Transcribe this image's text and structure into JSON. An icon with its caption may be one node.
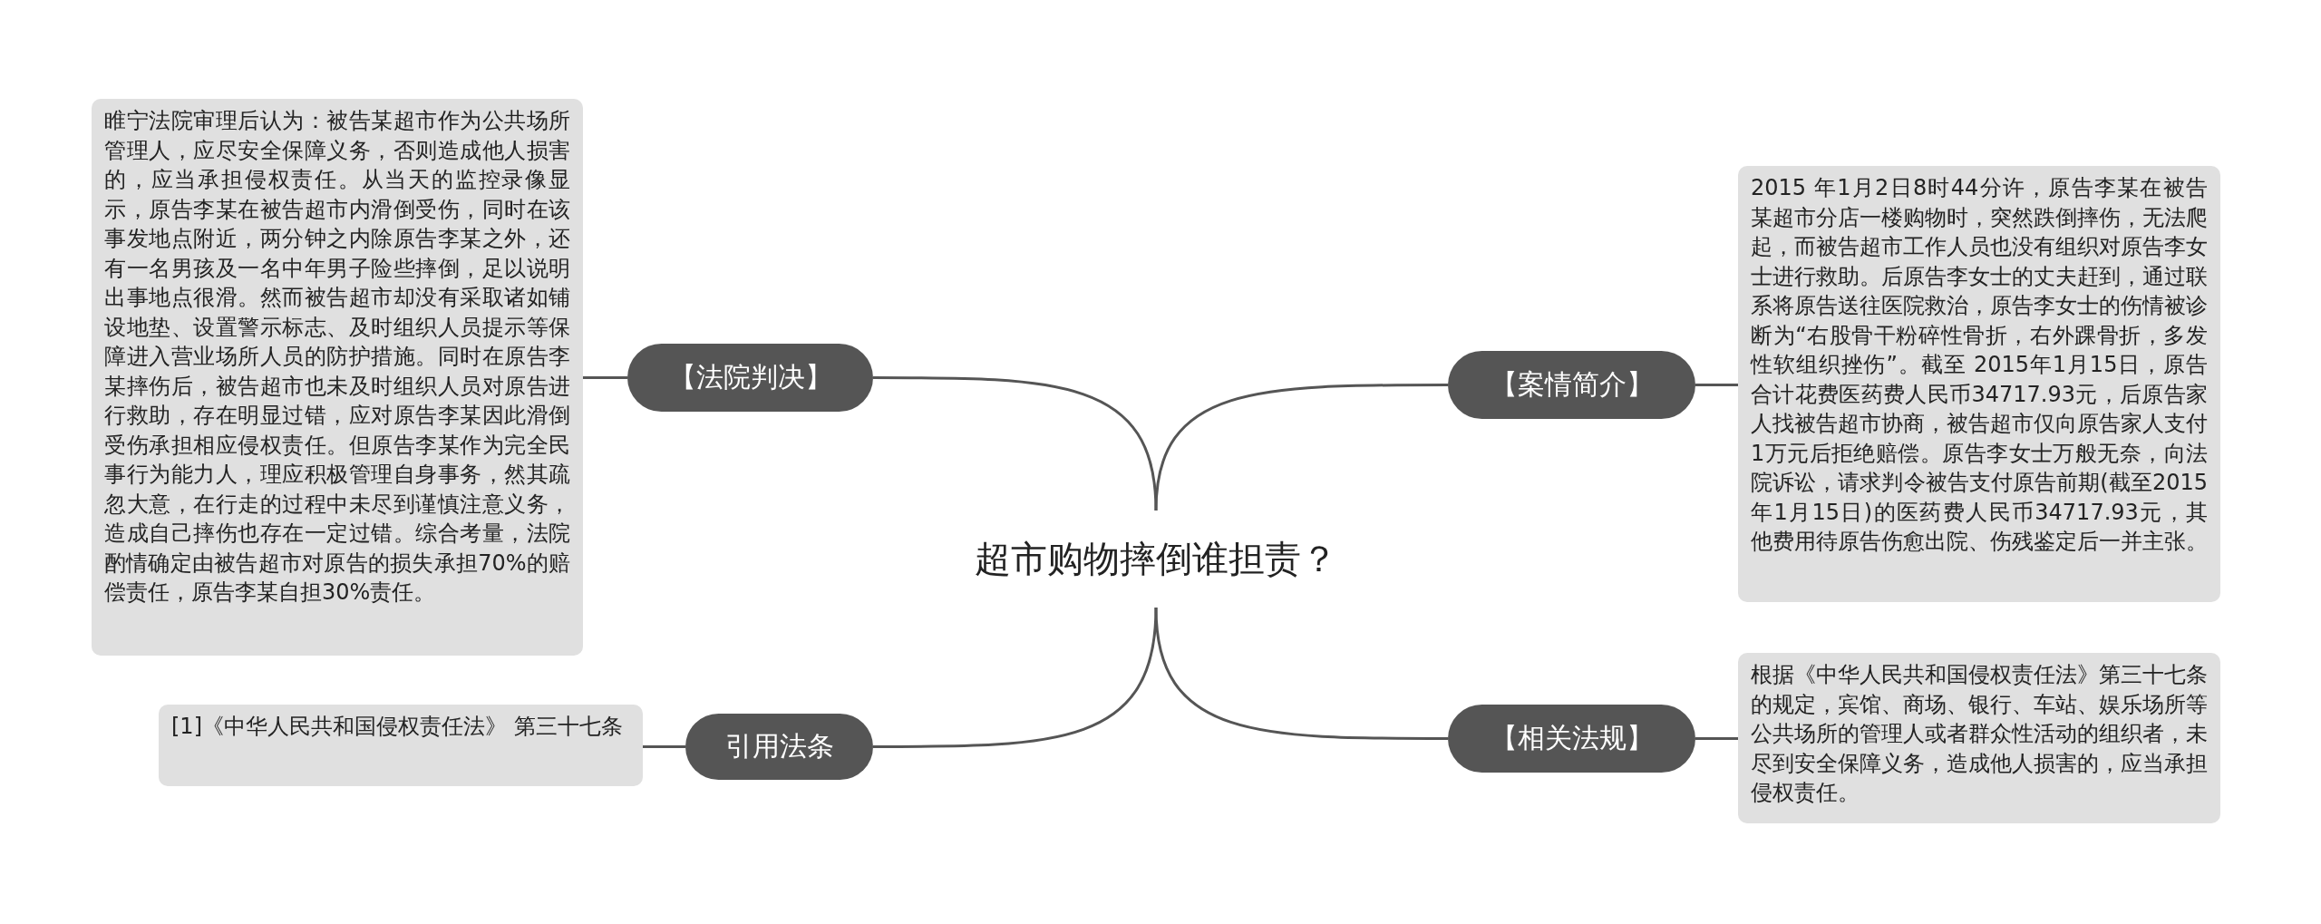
{
  "diagram": {
    "nodes": [
      {
        "text": [
          "超市购物摔倒谁担责？"
        ]
      },
      {
        "text": [
          "【法院判决】"
        ]
      },
      {
        "text": [
          "睢宁法院审理后认为：被告某超市作为公共场所管理人，应尽安全保障义务，否则造成他人损害的，应当承担侵权责任。从当天的监控录像显示，原告李某在被告超市内滑倒受伤，同时在该事发地点附近，两分钟之内除原告李某之外，还有一名男孩及一名中年男子险些摔倒，足以说明出事地点很滑。然而被告超市却没有采取诸如铺设地垫、设置警示标志、及时组织人员提示等保障进入营业场所人员的防护措施。同时在原告李某摔伤后，被告超市也未及时组织人员对原告进行救助，存在明显过错，应对原告李某因此滑倒受伤承担相应侵权责任。但原告李某作为完全民事行为能力人，理应积极管理自身事务，然其疏忽大意，在行走的过程中未尽到谨慎注意义务，造成自己摔伤也存在一定过错。综合考量，法院酌情确定由被告超市对原告的损失承担70%的赔偿责任，原告李某自担30%责任。"
        ]
      },
      {
        "text": [
          "引用法条"
        ]
      },
      {
        "text": [
          "[1]《中华人民共和国侵权责任法》 第三十七条"
        ]
      },
      {
        "text": [
          "【案情简介】"
        ]
      },
      {
        "text": [
          "2015 年1月2日8时44分许，原告李某在被告某超市分店一楼购物时，突然跌倒摔伤，无法爬起，而被告超市工作人员也没有组织对原告李女士进行救助。后原告李女士的丈夫赶到，通过联系将原告送往医院救治，原告李女士的伤情被诊断为“右股骨干粉碎性骨折，右外踝骨折，多发性软组织挫伤”。截至 2015年1月15日，原告合计花费医药费人民币34717.93元，后原告家人找被告超市协商，被告超市仅向原告家人支付1万元后拒绝赔偿。原告李女士万般无奈，向法院诉讼，请求判令被告支付原告前期(截至2015年1月15日)的医药费人民币34717.93元，其他费用待原告伤愈出院、伤残鉴定后一并主张。"
        ]
      },
      {
        "text": [
          "【相关法规】"
        ]
      },
      {
        "text": [
          "根据《中华人民共和国侵权责任法》第三十七条的规定，宾馆、商场、银行、车站、娱乐场所等公共场所的管理人或者群众性活动的组织者，未尽到安全保障义务，造成他人损害的，应当承担侵权责任。"
        ]
      }
    ],
    "edges": [
      {
        "from": 0,
        "to": 1,
        "arrow": "none"
      },
      {
        "from": 1,
        "to": 2,
        "arrow": "none"
      },
      {
        "from": 0,
        "to": 3,
        "arrow": "none"
      },
      {
        "from": 3,
        "to": 4,
        "arrow": "none"
      },
      {
        "from": 0,
        "to": 5,
        "arrow": "none"
      },
      {
        "from": 5,
        "to": 6,
        "arrow": "none"
      },
      {
        "from": 0,
        "to": 7,
        "arrow": "none"
      },
      {
        "from": 7,
        "to": 8,
        "arrow": "none"
      }
    ]
  }
}
